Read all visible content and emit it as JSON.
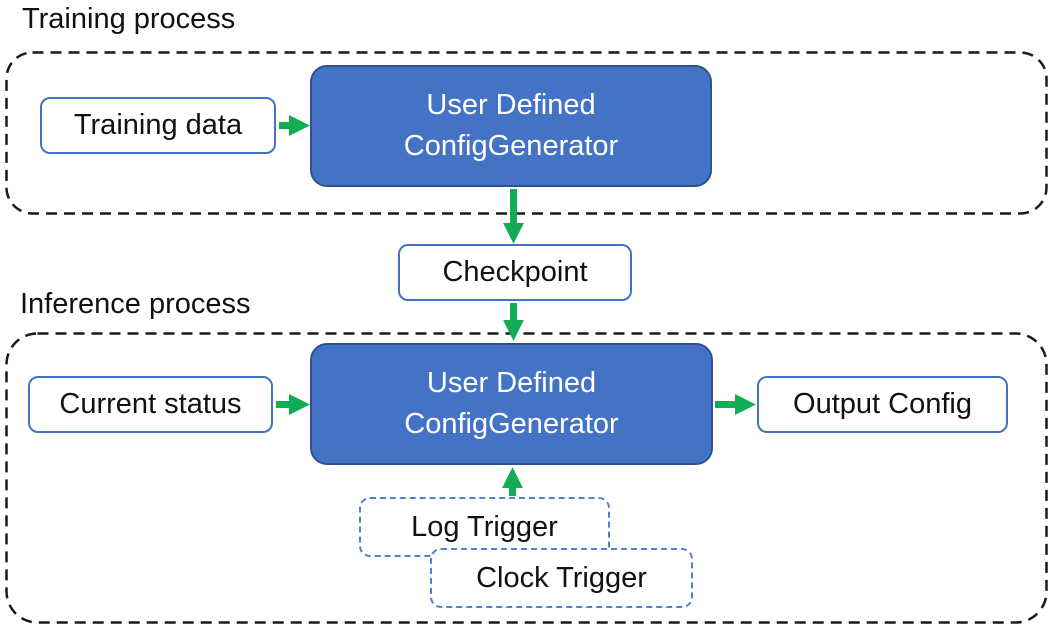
{
  "colors": {
    "node_fill": "#4472C4",
    "node_stroke": "#2F528F",
    "io_border": "#4472C4",
    "trigger_border": "#5080D0",
    "arrow": "#12AC55",
    "container_border": "#1A1A1A",
    "text": "#111111",
    "node_text": "#FFFFFF"
  },
  "training": {
    "label": "Training process",
    "input_box": "Training data",
    "generator_line1": "User Defined",
    "generator_line2": "ConfigGenerator"
  },
  "checkpoint": {
    "label": "Checkpoint"
  },
  "inference": {
    "label": "Inference process",
    "input_box": "Current status",
    "generator_line1": "User Defined",
    "generator_line2": "ConfigGenerator",
    "output_box": "Output Config",
    "triggers": {
      "log": "Log Trigger",
      "clock": "Clock Trigger"
    }
  }
}
